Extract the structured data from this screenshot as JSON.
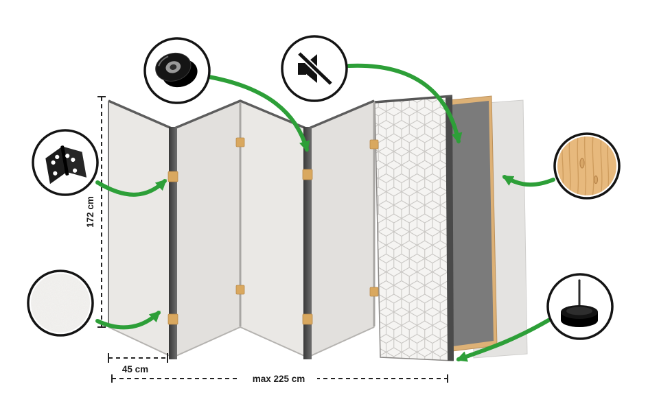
{
  "dimensions": {
    "height": "172 cm",
    "panel_width": "45 cm",
    "max_width": "max 225 cm"
  },
  "features": {
    "hinge": {
      "icon": "hinge-icon"
    },
    "tape": {
      "icon": "tape-roll-icon"
    },
    "sound_dampening": {
      "icon": "muted-speaker-icon"
    },
    "nonwoven_texture": {
      "icon": "nonwoven-fabric-icon"
    },
    "wood": {
      "icon": "wood-texture-icon"
    },
    "felt_pad": {
      "icon": "felt-pad-icon"
    }
  },
  "colors": {
    "accent_green": "#2d9f38",
    "panel_light": "#eae8e5",
    "panel_light_alt": "#e2e0dd",
    "panel_edge_dark": "#3e3e3e",
    "inner_panel_dark": "#7b7b7b",
    "wood_frame": "#ddb176",
    "hinge_wood": "#d9a85f",
    "pattern_line": "#c9c7c4",
    "background": "#ffffff"
  }
}
